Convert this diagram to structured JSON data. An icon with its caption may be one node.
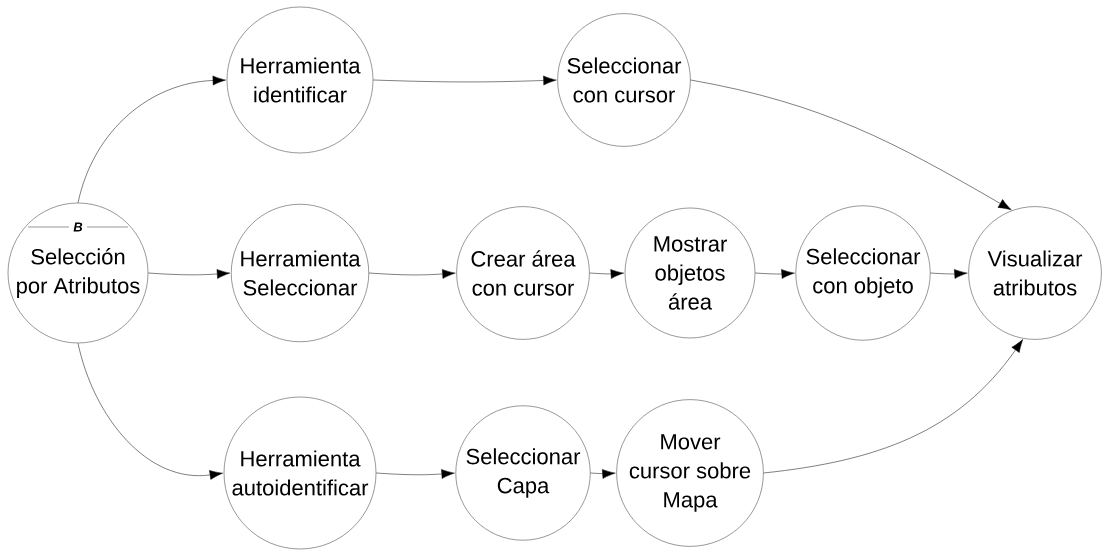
{
  "diagram": {
    "nodes": [
      {
        "text": [
          "B",
          "Selección por Atributos"
        ]
      },
      {
        "text": [
          "Herramienta identificar"
        ]
      },
      {
        "text": [
          "Seleccionar con cursor"
        ]
      },
      {
        "text": [
          "Herramienta Seleccionar"
        ]
      },
      {
        "text": [
          "Crear área con cursor"
        ]
      },
      {
        "text": [
          "Mostrar objetos área"
        ]
      },
      {
        "text": [
          "Seleccionar con objeto"
        ]
      },
      {
        "text": [
          "Visualizar atributos"
        ]
      },
      {
        "text": [
          "Herramienta autoidentificar"
        ]
      },
      {
        "text": [
          "Seleccionar Capa"
        ]
      },
      {
        "text": [
          "Mover cursor sobre Mapa"
        ]
      }
    ],
    "edges": [
      {
        "from": 0,
        "to": 1,
        "arrow": "to"
      },
      {
        "from": 0,
        "to": 3,
        "arrow": "to"
      },
      {
        "from": 0,
        "to": 8,
        "arrow": "to"
      },
      {
        "from": 1,
        "to": 2,
        "arrow": "to"
      },
      {
        "from": 2,
        "to": 7,
        "arrow": "to"
      },
      {
        "from": 3,
        "to": 4,
        "arrow": "to"
      },
      {
        "from": 4,
        "to": 5,
        "arrow": "to"
      },
      {
        "from": 5,
        "to": 6,
        "arrow": "to"
      },
      {
        "from": 6,
        "to": 7,
        "arrow": "to"
      },
      {
        "from": 8,
        "to": 9,
        "arrow": "to"
      },
      {
        "from": 9,
        "to": 10,
        "arrow": "to"
      },
      {
        "from": 10,
        "to": 7,
        "arrow": "to"
      }
    ]
  }
}
